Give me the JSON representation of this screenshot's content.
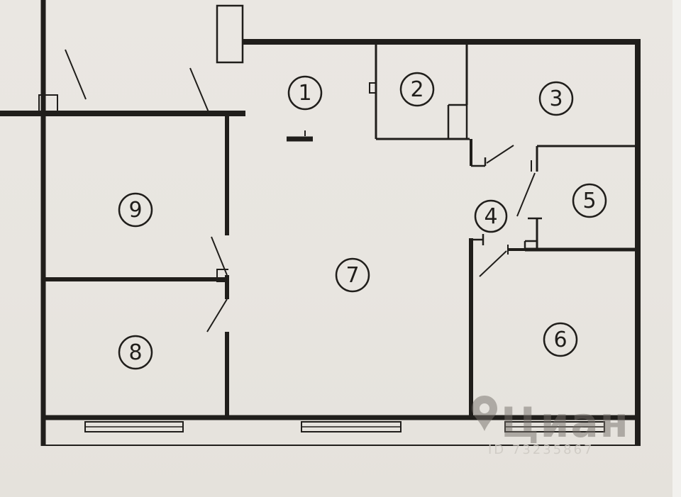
{
  "plan": {
    "rooms": [
      {
        "number": "1"
      },
      {
        "number": "2"
      },
      {
        "number": "3"
      },
      {
        "number": "4"
      },
      {
        "number": "5"
      },
      {
        "number": "6"
      },
      {
        "number": "7"
      },
      {
        "number": "8"
      },
      {
        "number": "9"
      }
    ]
  },
  "watermark": {
    "brand": "Циан",
    "id_text": "ID 73235867"
  },
  "colors": {
    "paper": "#e8e5e0",
    "ink": "#201e1b",
    "watermark_gray": "#76716b"
  }
}
